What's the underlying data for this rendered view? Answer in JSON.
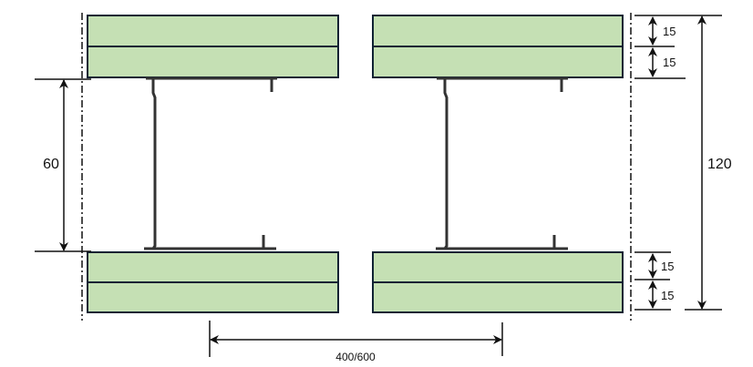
{
  "dimensions": {
    "stud_depth": "60",
    "total_thickness": "120",
    "board_layers": [
      "15",
      "15",
      "15",
      "15"
    ],
    "stud_spacing": "400/600"
  },
  "colors": {
    "board_fill": "#c5e0b4",
    "board_edge": "#0f2233"
  }
}
